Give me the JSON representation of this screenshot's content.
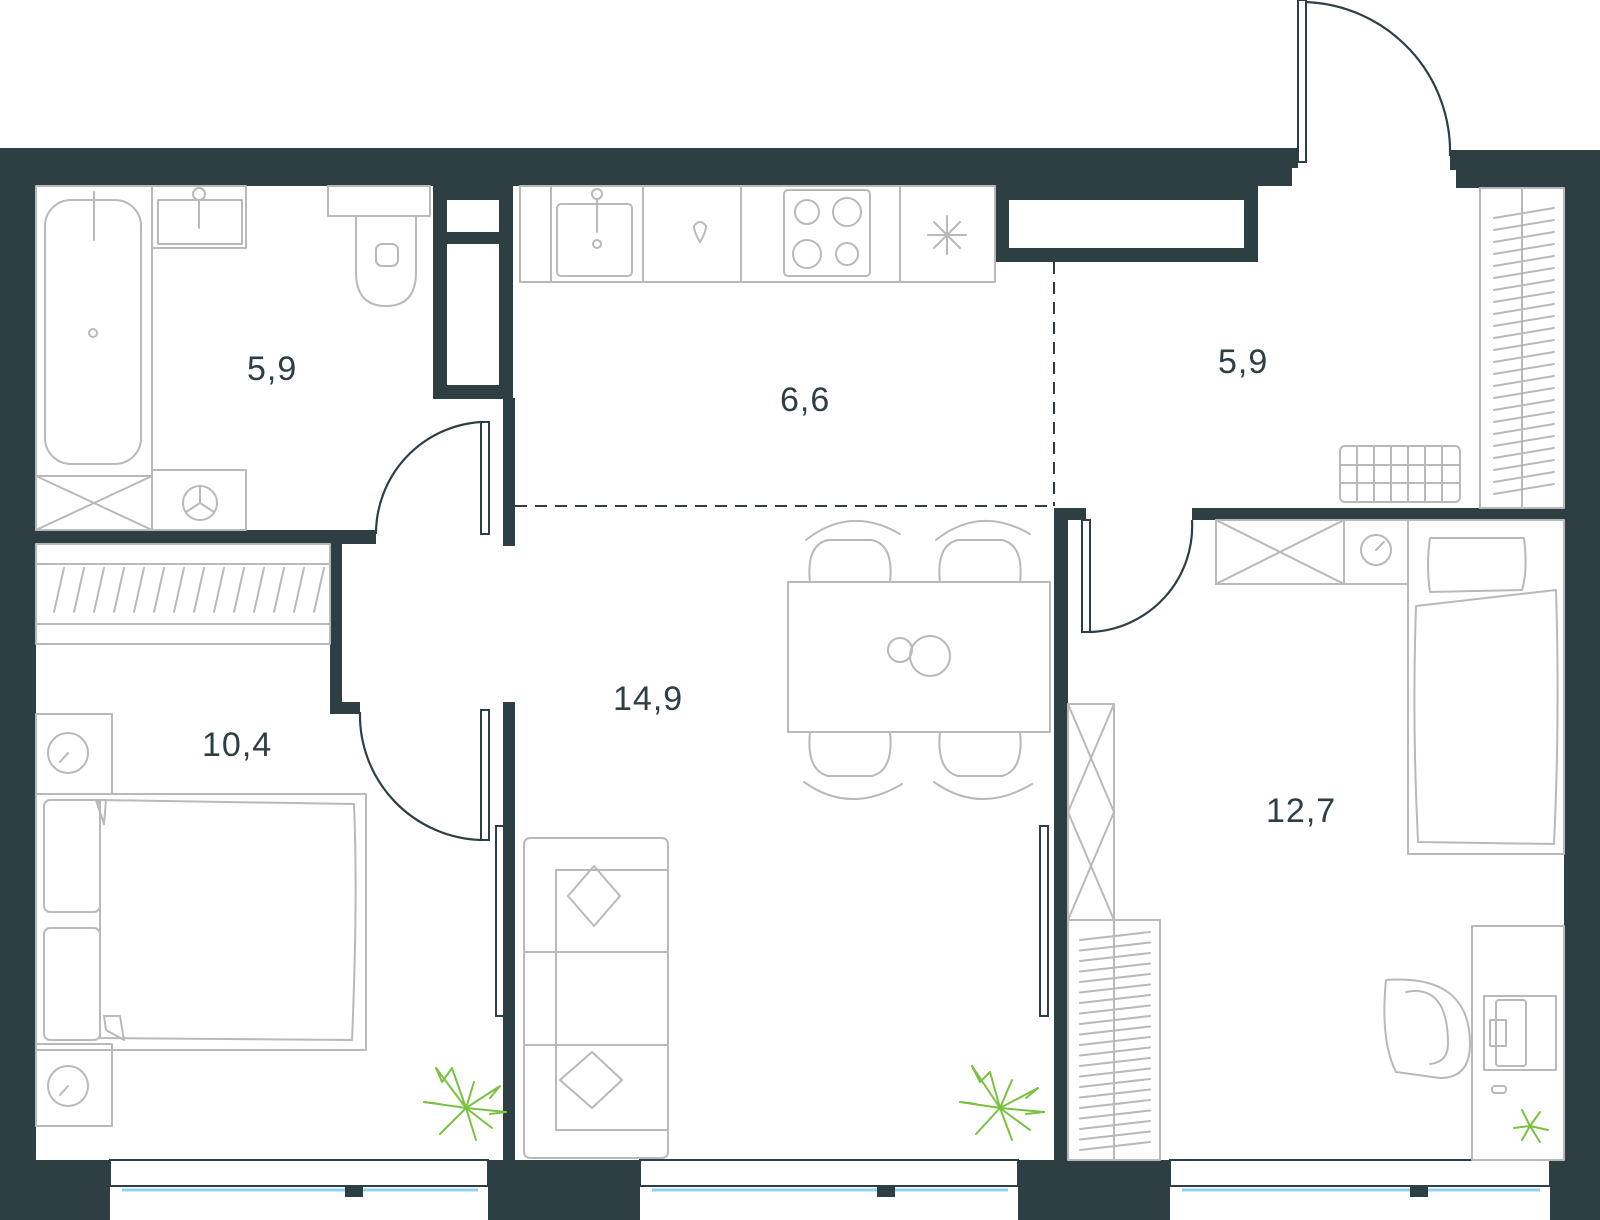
{
  "plan": {
    "rooms": [
      {
        "id": "bathroom",
        "area": "5,9"
      },
      {
        "id": "kitchen",
        "area": "6,6"
      },
      {
        "id": "hallway",
        "area": "5,9"
      },
      {
        "id": "living-room",
        "area": "14,9"
      },
      {
        "id": "bedroom-left",
        "area": "10,4"
      },
      {
        "id": "bedroom-right",
        "area": "12,7"
      }
    ]
  },
  "colors": {
    "wall": "#2e3f44",
    "furniture": "#b9b9b9",
    "plant": "#7ac142",
    "glass": "#8fd3f4",
    "text": "#2e3f44"
  }
}
